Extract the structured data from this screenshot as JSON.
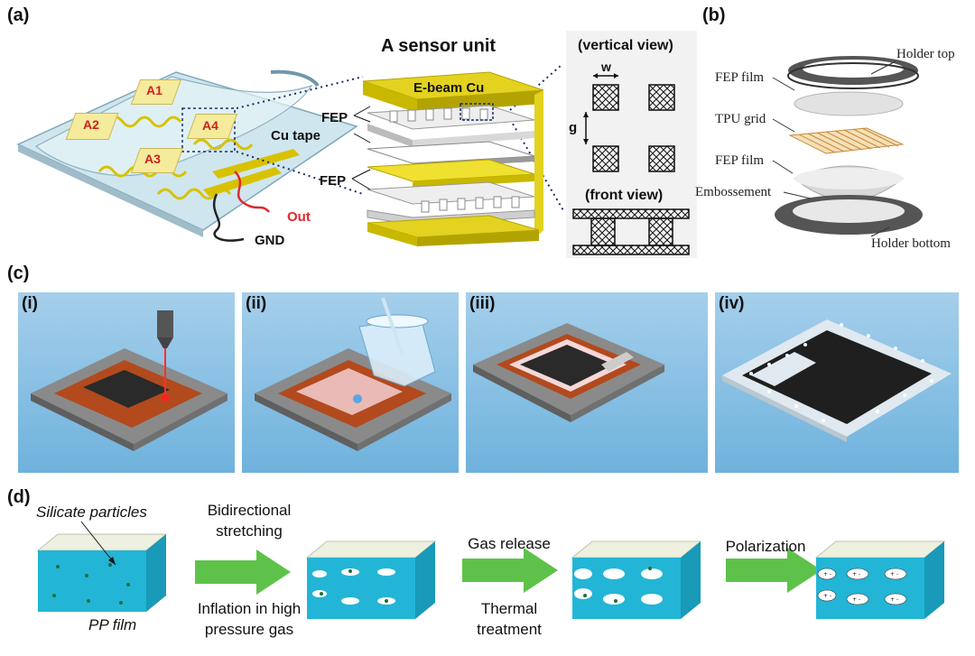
{
  "panel_labels": {
    "a": "(a)",
    "b": "(b)",
    "c": "(c)",
    "d": "(d)"
  },
  "panel_a": {
    "pads": [
      "A1",
      "A2",
      "A4",
      "A3"
    ],
    "out_label": "Out",
    "gnd_label": "GND",
    "unit_title": "A sensor unit",
    "ebeam_label": "E-beam Cu",
    "fep_top": "FEP",
    "cu_tape": "Cu tape",
    "fep_bottom": "FEP",
    "vertical_view": "(vertical view)",
    "w_label": "w",
    "g_label": "g",
    "front_view": "(front view)"
  },
  "panel_b": {
    "holder_top": "Holder top",
    "fep_film_1": "FEP film",
    "tpu_grid": "TPU grid",
    "fep_film_2": "FEP film",
    "embossement": "Embossement",
    "holder_bottom": "Holder bottom"
  },
  "panel_c": {
    "steps": [
      "(i)",
      "(ii)",
      "(iii)",
      "(iv)"
    ]
  },
  "panel_d": {
    "silicate": "Silicate particles",
    "pp_film": "PP film",
    "step1_top_1": "Bidirectional",
    "step1_top_2": "stretching",
    "step1_bottom_1": "Inflation in high",
    "step1_bottom_2": "pressure gas",
    "step2_top": "Gas release",
    "step2_bottom_1": "Thermal",
    "step2_bottom_2": "treatment",
    "step3_top": "Polarization"
  },
  "colors": {
    "cu_gold": "#d8c200",
    "pad_yellow": "#f5eb9c",
    "copper_red": "#b24a1e",
    "bg_blue": "#8fc2e6",
    "block_cyan": "#22b5d6",
    "arrow_green": "#5ec24a",
    "signal_red": "#e0282b"
  }
}
